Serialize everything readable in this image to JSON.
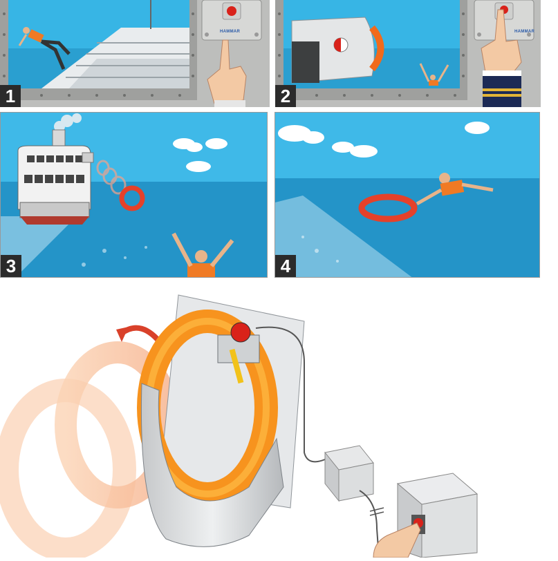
{
  "panels": [
    {
      "number": "1"
    },
    {
      "number": "2"
    },
    {
      "number": "3"
    },
    {
      "number": "4"
    }
  ],
  "control_box": {
    "brand": "HAMMAR"
  },
  "colors": {
    "sky": "#3fb6e6",
    "sea": "#1e8fc3",
    "frame": "#a9aaa8",
    "lifebuoy": "#f26a1b",
    "badge": "#2b2b2b"
  }
}
